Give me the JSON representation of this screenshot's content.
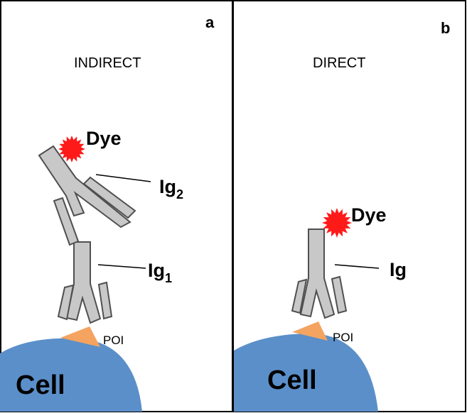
{
  "panels": {
    "a": {
      "letter": "a",
      "title": "INDIRECT",
      "dye": "Dye",
      "ig2": "Ig",
      "ig2_sub": "2",
      "ig1": "Ig",
      "ig1_sub": "1",
      "poi": "POI",
      "cell": "Cell"
    },
    "b": {
      "letter": "b",
      "title": "DIRECT",
      "dye": "Dye",
      "ig": "Ig",
      "poi": "POI",
      "cell": "Cell"
    }
  },
  "colors": {
    "antibody_fill": "#c8c8c8",
    "antibody_stroke": "#505050",
    "dye": "#ff1a1a",
    "cell": "#5b8fc9",
    "poi": "#f4a460",
    "border": "#000000"
  },
  "icons": {
    "dye": "starburst-icon",
    "antibody": "y-shaped-antibody-icon",
    "cell": "cell-dome-icon",
    "poi": "triangle-protein-icon"
  }
}
